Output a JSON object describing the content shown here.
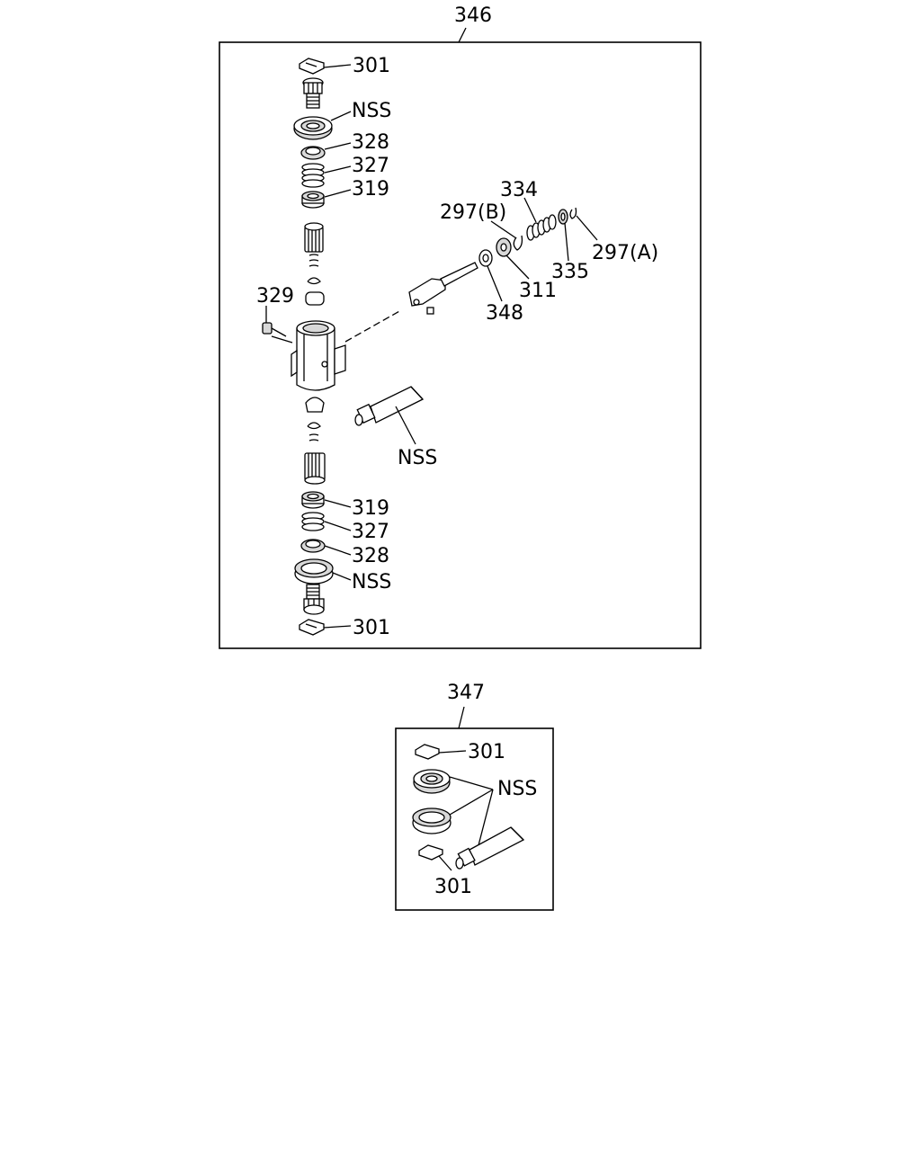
{
  "assemblies": {
    "main": {
      "number": "346",
      "labels": {
        "l301_top": "301",
        "nss_top": "NSS",
        "l328_top": "328",
        "l327_top": "327",
        "l319_top": "319",
        "l334": "334",
        "l297b": "297(B)",
        "l297a": "297(A)",
        "l335": "335",
        "l311": "311",
        "l348": "348",
        "l329": "329",
        "nss_mid": "NSS",
        "l319_bot": "319",
        "l327_bot": "327",
        "l328_bot": "328",
        "nss_bot": "NSS",
        "l301_bot": "301"
      }
    },
    "kit": {
      "number": "347",
      "labels": {
        "l301_top": "301",
        "nss": "NSS",
        "l301_bot": "301"
      }
    }
  }
}
